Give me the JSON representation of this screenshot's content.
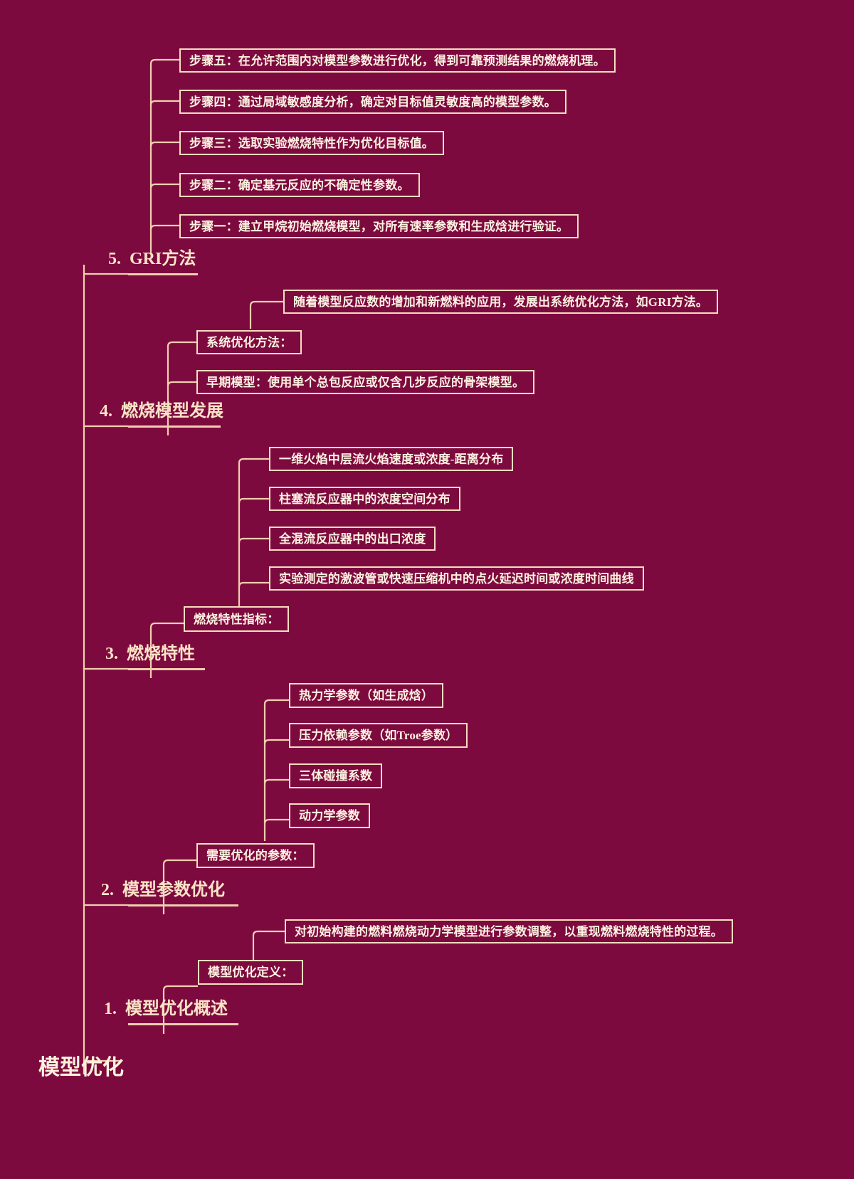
{
  "theme": {
    "background": "#7d0a3f",
    "stroke": "#f6ddc0",
    "text": "#fdf1e0",
    "branch_text": "#fbe3c6"
  },
  "root": {
    "label": "模型优化"
  },
  "branches": [
    {
      "num": "5.",
      "label": "GRI方法",
      "children": [
        {
          "label": "步骤五：在允许范围内对模型参数进行优化，得到可靠预测结果的燃烧机理。"
        },
        {
          "label": "步骤四：通过局域敏感度分析，确定对目标值灵敏度高的模型参数。"
        },
        {
          "label": "步骤三：选取实验燃烧特性作为优化目标值。"
        },
        {
          "label": "步骤二：确定基元反应的不确定性参数。"
        },
        {
          "label": "步骤一：建立甲烷初始燃烧模型，对所有速率参数和生成焓进行验证。"
        }
      ]
    },
    {
      "num": "4.",
      "label": "燃烧模型发展",
      "children": [
        {
          "label": "系统优化方法：",
          "children": [
            {
              "label": "随着模型反应数的增加和新燃料的应用，发展出系统优化方法，如GRI方法。"
            }
          ]
        },
        {
          "label": "早期模型：使用单个总包反应或仅含几步反应的骨架模型。"
        }
      ]
    },
    {
      "num": "3.",
      "label": "燃烧特性",
      "children": [
        {
          "label": "燃烧特性指标：",
          "children": [
            {
              "label": "一维火焰中层流火焰速度或浓度-距离分布"
            },
            {
              "label": "柱塞流反应器中的浓度空间分布"
            },
            {
              "label": "全混流反应器中的出口浓度"
            },
            {
              "label": "实验测定的激波管或快速压缩机中的点火延迟时间或浓度时间曲线"
            }
          ]
        }
      ]
    },
    {
      "num": "2.",
      "label": "模型参数优化",
      "children": [
        {
          "label": "需要优化的参数：",
          "children": [
            {
              "label": "热力学参数（如生成焓）"
            },
            {
              "label": "压力依赖参数（如Troe参数）"
            },
            {
              "label": "三体碰撞系数"
            },
            {
              "label": "动力学参数"
            }
          ]
        }
      ]
    },
    {
      "num": "1.",
      "label": "模型优化概述",
      "children": [
        {
          "label": "模型优化定义：",
          "children": [
            {
              "label": "对初始构建的燃料燃烧动力学模型进行参数调整，以重现燃料燃烧特性的过程。"
            }
          ]
        }
      ]
    }
  ]
}
